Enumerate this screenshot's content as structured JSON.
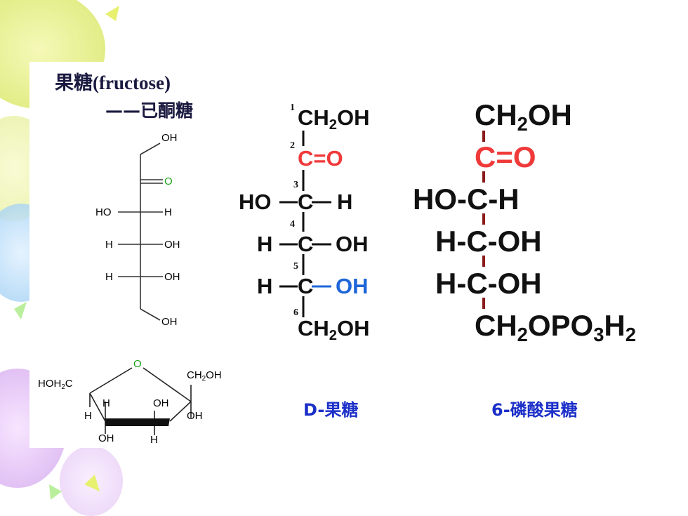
{
  "title": "果糖(fructose)",
  "subtitle": "——已酮糖",
  "fischer_small": {
    "c1": "OH",
    "c2": "O",
    "c3_left": "HO",
    "c3_right": "H",
    "c4_left": "H",
    "c4_right": "OH",
    "c5_left": "H",
    "c5_right": "OH",
    "c6": "OH"
  },
  "haworth": {
    "ring_o": "O",
    "left_group": "HOH2C",
    "right_group": "CH2OH",
    "inner_left_h": "H",
    "inner_oh": "OH",
    "outer_left_h": "H",
    "right_oh": "OH",
    "bottom_oh": "OH",
    "bottom_h": "H"
  },
  "d_fructose": {
    "numbers": [
      "1",
      "2",
      "3",
      "4",
      "5",
      "6"
    ],
    "c1": "CH2OH",
    "c2": "C=O",
    "c3_left": "HO",
    "c3_center": "C",
    "c3_right": "H",
    "c4_left": "H",
    "c4_center": "C",
    "c4_right": "OH",
    "c5_left": "H",
    "c5_center": "C",
    "c5_right": "OH",
    "c6": "CH2OH",
    "caption": "D-果糖"
  },
  "phospho": {
    "c1": "CH2OH",
    "c2": "C=O",
    "c3": "HO-C-H",
    "c4": "H-C-OH",
    "c5": "H-C-OH",
    "c6": "CH2OPO3H2",
    "caption": "6-磷酸果糖"
  },
  "colors": {
    "carbonyl": "#f03a3a",
    "highlight_oh": "#1e66d8",
    "ring_oxygen": "#1aa11a",
    "caption": "#1b2fc8"
  }
}
